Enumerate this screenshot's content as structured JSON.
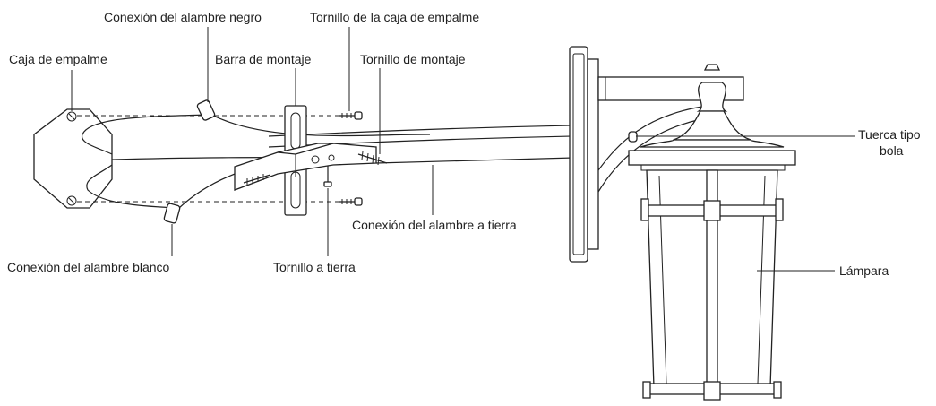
{
  "labels": {
    "junction_box": "Caja de empalme",
    "black_wire": "Conexión del alambre negro",
    "mounting_bar": "Barra de montaje",
    "box_screw": "Tornillo de la caja de empalme",
    "mounting_screw": "Tornillo de montaje",
    "ball_nut_line1": "Tuerca tipo",
    "ball_nut_line2": "bola",
    "ground_wire": "Conexión del alambre a tierra",
    "white_wire": "Conexión del alambre blanco",
    "ground_screw": "Tornillo a tierra",
    "lamp": "Lámpara"
  }
}
